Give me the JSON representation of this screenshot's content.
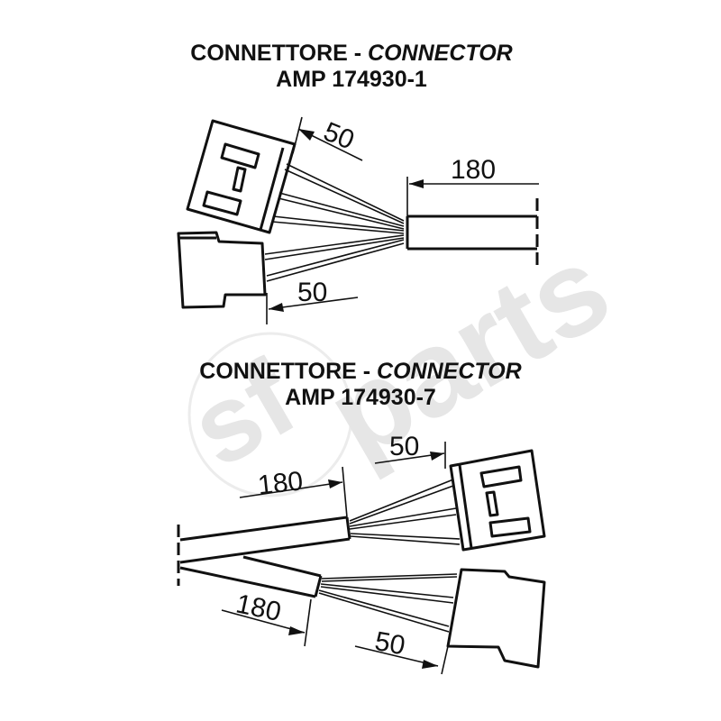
{
  "watermark": {
    "text_left": "sf",
    "text_right": "parts",
    "color": "#e6e6e6"
  },
  "diagrams": [
    {
      "title_it": "CONNETTORE - ",
      "title_en": "CONNECTOR",
      "part_number": "AMP 174930-1",
      "dimensions": {
        "connector_a": "50",
        "cable": "180",
        "connector_b": "50"
      }
    },
    {
      "title_it": "CONNETTORE - ",
      "title_en": "CONNECTOR",
      "part_number": "AMP 174930-7",
      "dimensions": {
        "connector_a": "50",
        "cable_a": "180",
        "cable_b": "180",
        "connector_b": "50"
      }
    }
  ]
}
